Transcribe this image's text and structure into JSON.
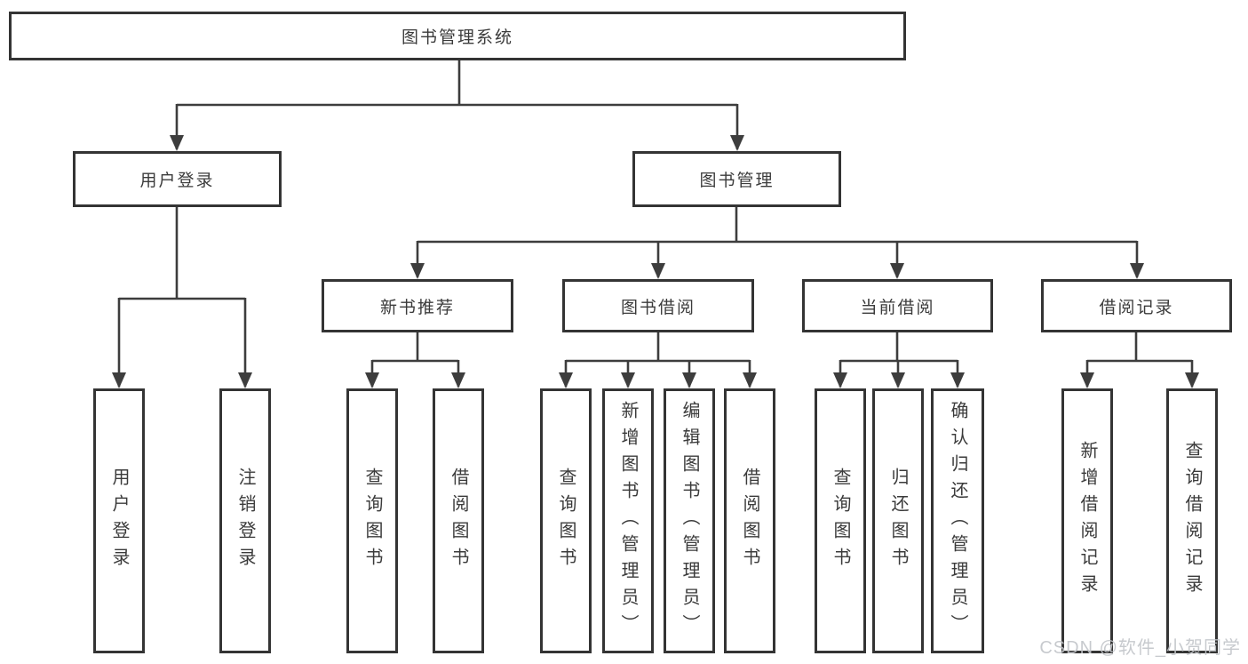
{
  "colors": {
    "line": "#3d3d3d",
    "box_border": "#343434",
    "text": "#3b3b3b",
    "watermark": "#c2c5c9",
    "background": "#ffffff"
  },
  "nodes": {
    "root": {
      "label": "图书管理系统"
    },
    "level2": [
      {
        "label": "用户登录",
        "parent": "图书管理系统"
      },
      {
        "label": "图书管理",
        "parent": "图书管理系统"
      }
    ],
    "level3": [
      {
        "label": "新书推荐",
        "parent": "图书管理"
      },
      {
        "label": "图书借阅",
        "parent": "图书管理"
      },
      {
        "label": "当前借阅",
        "parent": "图书管理"
      },
      {
        "label": "借阅记录",
        "parent": "图书管理"
      }
    ],
    "leaves": [
      {
        "label": "用户登录",
        "parent": "用户登录"
      },
      {
        "label": "注销登录",
        "parent": "用户登录"
      },
      {
        "label": "查询图书",
        "parent": "新书推荐"
      },
      {
        "label": "借阅图书",
        "parent": "新书推荐"
      },
      {
        "label": "查询图书",
        "parent": "图书借阅"
      },
      {
        "label": "新增图书（管理员）",
        "parent": "图书借阅"
      },
      {
        "label": "编辑图书（管理员）",
        "parent": "图书借阅"
      },
      {
        "label": "借阅图书",
        "parent": "图书借阅"
      },
      {
        "label": "查询图书",
        "parent": "当前借阅"
      },
      {
        "label": "归还图书",
        "parent": "当前借阅"
      },
      {
        "label": "确认归还（管理员）",
        "parent": "当前借阅"
      },
      {
        "label": "新增借阅记录",
        "parent": "借阅记录"
      },
      {
        "label": "查询借阅记录",
        "parent": "借阅记录"
      }
    ]
  },
  "watermark": {
    "text": "CSDN @软件_小贺同学"
  }
}
